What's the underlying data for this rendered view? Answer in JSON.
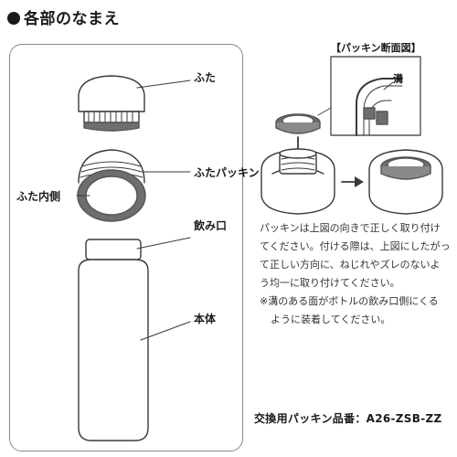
{
  "heading": "各部のなまえ",
  "parts": {
    "lid": "ふた",
    "lid_inner": "ふた内側",
    "lid_gasket": "ふたパッキン",
    "mouth": "飲み口",
    "body": "本体"
  },
  "cross_section": {
    "title": "【パッキン断面図】",
    "groove": "溝"
  },
  "instructions": {
    "line1": "パッキンは上図の向きで正しく取り付け",
    "line2": "てください。付ける際は、上図にしたがっ",
    "line3": "て正しい方向に、ねじれやズレのないよ",
    "line4": "う均一に取り付けてください。",
    "note1": "※溝のある面がボトルの飲み口側にくる",
    "note2": "ように装着してください。"
  },
  "replacement_part": "交換用パッキン品番：A26-ZSB-ZZ"
}
